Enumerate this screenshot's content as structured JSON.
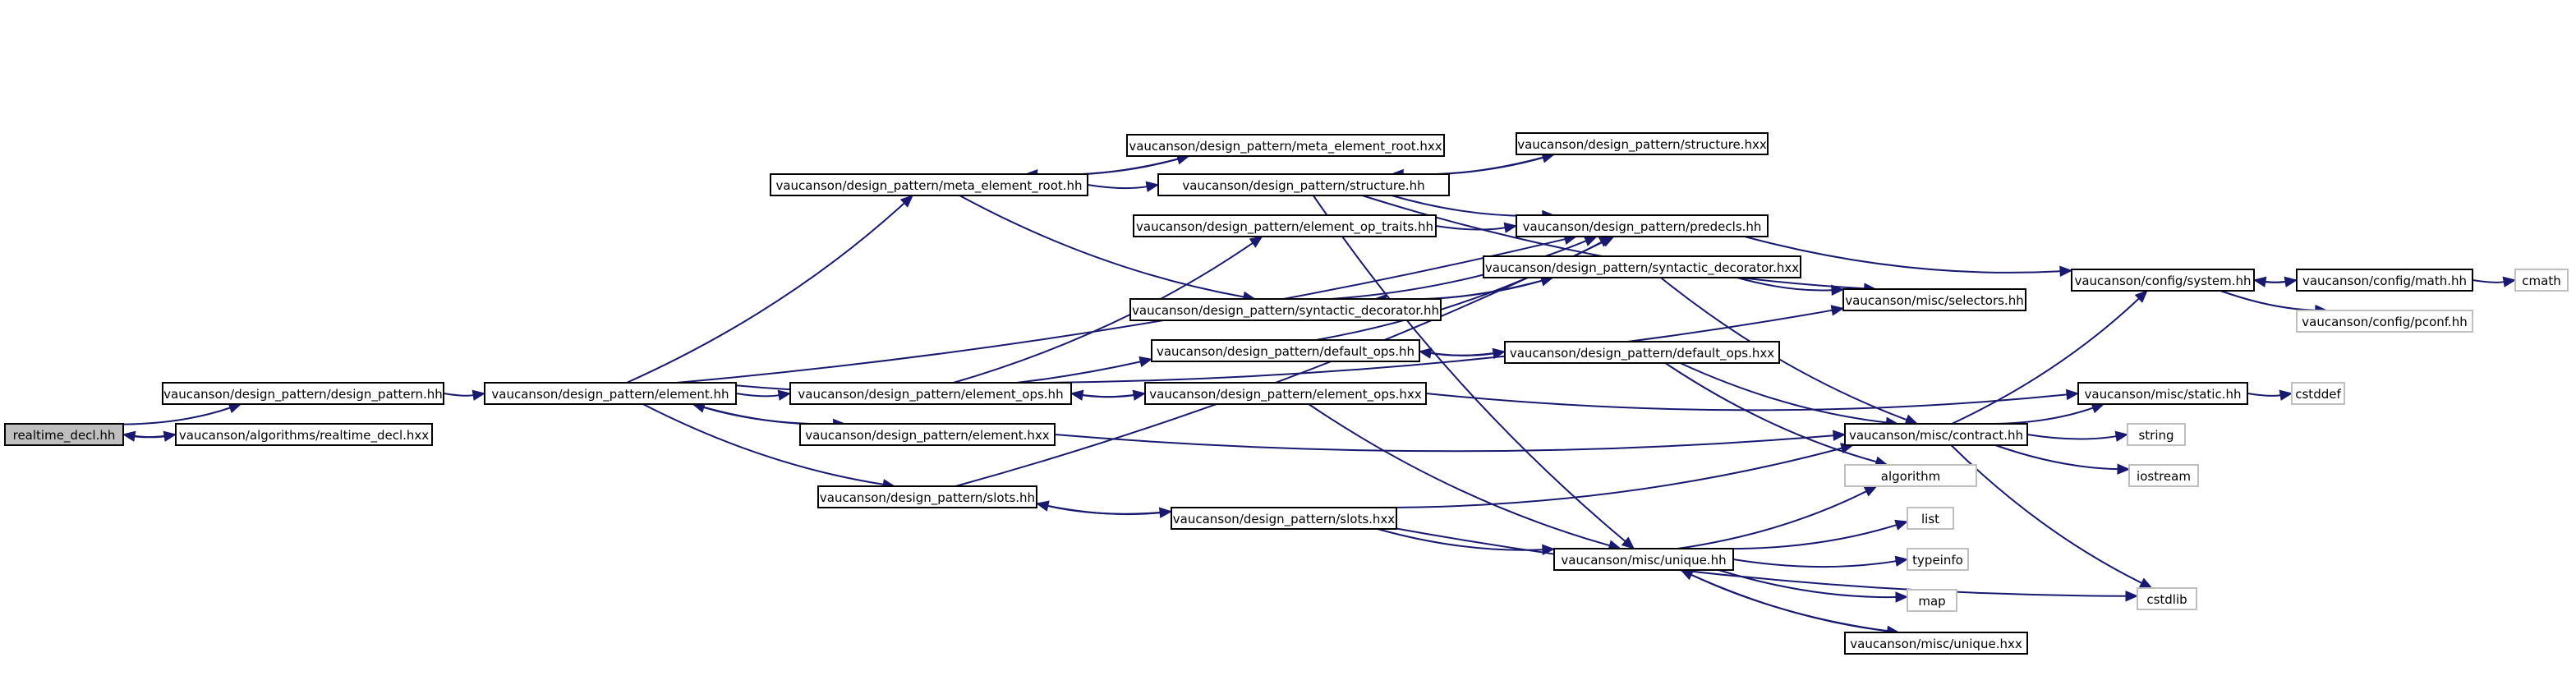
{
  "colors": {
    "edge": "#191970",
    "root_fill": "#bfbfbf",
    "external_border": "#bfbfbf",
    "node_border": "#000000"
  },
  "nodes": {
    "realtime_decl_hh": {
      "label": "realtime_decl.hh",
      "kind": "root"
    },
    "dp_design_pattern_hh": {
      "label": "vaucanson/design_pattern/design_pattern.hh",
      "kind": "internal"
    },
    "alg_realtime_decl_hxx": {
      "label": "vaucanson/algorithms/realtime_decl.hxx",
      "kind": "internal"
    },
    "dp_element_hh": {
      "label": "vaucanson/design_pattern/element.hh",
      "kind": "internal"
    },
    "dp_meta_root_hh": {
      "label": "vaucanson/design_pattern/meta_element_root.hh",
      "kind": "internal"
    },
    "dp_meta_root_hxx": {
      "label": "vaucanson/design_pattern/meta_element_root.hxx",
      "kind": "internal"
    },
    "dp_structure_hh": {
      "label": "vaucanson/design_pattern/structure.hh",
      "kind": "internal"
    },
    "dp_structure_hxx": {
      "label": "vaucanson/design_pattern/structure.hxx",
      "kind": "internal"
    },
    "dp_elem_op_traits": {
      "label": "vaucanson/design_pattern/element_op_traits.hh",
      "kind": "internal"
    },
    "dp_predecls_hh": {
      "label": "vaucanson/design_pattern/predecls.hh",
      "kind": "internal"
    },
    "dp_synt_dec_hxx": {
      "label": "vaucanson/design_pattern/syntactic_decorator.hxx",
      "kind": "internal"
    },
    "dp_synt_dec_hh": {
      "label": "vaucanson/design_pattern/syntactic_decorator.hh",
      "kind": "internal"
    },
    "dp_default_ops_hh": {
      "label": "vaucanson/design_pattern/default_ops.hh",
      "kind": "internal"
    },
    "dp_default_ops_hxx": {
      "label": "vaucanson/design_pattern/default_ops.hxx",
      "kind": "internal"
    },
    "dp_element_ops_hh": {
      "label": "vaucanson/design_pattern/element_ops.hh",
      "kind": "internal"
    },
    "dp_element_ops_hxx": {
      "label": "vaucanson/design_pattern/element_ops.hxx",
      "kind": "internal"
    },
    "dp_element_hxx": {
      "label": "vaucanson/design_pattern/element.hxx",
      "kind": "internal"
    },
    "dp_slots_hh": {
      "label": "vaucanson/design_pattern/slots.hh",
      "kind": "internal"
    },
    "dp_slots_hxx": {
      "label": "vaucanson/design_pattern/slots.hxx",
      "kind": "internal"
    },
    "misc_selectors_hh": {
      "label": "vaucanson/misc/selectors.hh",
      "kind": "internal"
    },
    "misc_contract_hh": {
      "label": "vaucanson/misc/contract.hh",
      "kind": "internal"
    },
    "misc_unique_hh": {
      "label": "vaucanson/misc/unique.hh",
      "kind": "internal"
    },
    "misc_unique_hxx": {
      "label": "vaucanson/misc/unique.hxx",
      "kind": "internal"
    },
    "misc_static_hh": {
      "label": "vaucanson/misc/static.hh",
      "kind": "internal"
    },
    "cfg_system_hh": {
      "label": "vaucanson/config/system.hh",
      "kind": "internal"
    },
    "cfg_math_hh": {
      "label": "vaucanson/config/math.hh",
      "kind": "internal"
    },
    "cfg_pconf_hh": {
      "label": "vaucanson/config/pconf.hh",
      "kind": "external"
    },
    "cmath": {
      "label": "cmath",
      "kind": "external"
    },
    "cstddef": {
      "label": "cstddef",
      "kind": "external"
    },
    "string": {
      "label": "string",
      "kind": "external"
    },
    "iostream": {
      "label": "iostream",
      "kind": "external"
    },
    "algorithm": {
      "label": "algorithm",
      "kind": "external"
    },
    "list": {
      "label": "list",
      "kind": "external"
    },
    "typeinfo": {
      "label": "typeinfo",
      "kind": "external"
    },
    "map": {
      "label": "map",
      "kind": "external"
    },
    "cstdlib": {
      "label": "cstdlib",
      "kind": "external"
    }
  },
  "edges": [
    [
      "realtime_decl_hh",
      "dp_design_pattern_hh"
    ],
    [
      "realtime_decl_hh",
      "alg_realtime_decl_hxx"
    ],
    [
      "alg_realtime_decl_hxx",
      "realtime_decl_hh"
    ],
    [
      "dp_design_pattern_hh",
      "dp_element_hh"
    ],
    [
      "dp_element_hh",
      "dp_meta_root_hh"
    ],
    [
      "dp_element_hh",
      "dp_predecls_hh"
    ],
    [
      "dp_element_hh",
      "dp_default_ops_hh"
    ],
    [
      "dp_element_hh",
      "dp_element_ops_hh"
    ],
    [
      "dp_element_hh",
      "dp_element_hxx"
    ],
    [
      "dp_element_hh",
      "dp_slots_hh"
    ],
    [
      "dp_meta_root_hh",
      "dp_structure_hh"
    ],
    [
      "dp_meta_root_hh",
      "dp_meta_root_hxx"
    ],
    [
      "dp_meta_root_hh",
      "dp_synt_dec_hh"
    ],
    [
      "dp_meta_root_hxx",
      "dp_meta_root_hh"
    ],
    [
      "dp_structure_hh",
      "dp_structure_hxx"
    ],
    [
      "dp_structure_hh",
      "dp_predecls_hh"
    ],
    [
      "dp_structure_hh",
      "misc_selectors_hh"
    ],
    [
      "dp_structure_hh",
      "misc_unique_hh"
    ],
    [
      "dp_structure_hxx",
      "dp_structure_hh"
    ],
    [
      "dp_elem_op_traits",
      "dp_predecls_hh"
    ],
    [
      "dp_synt_dec_hh",
      "dp_predecls_hh"
    ],
    [
      "dp_synt_dec_hh",
      "dp_synt_dec_hxx"
    ],
    [
      "dp_synt_dec_hxx",
      "dp_synt_dec_hh"
    ],
    [
      "dp_synt_dec_hxx",
      "misc_selectors_hh"
    ],
    [
      "dp_synt_dec_hxx",
      "misc_contract_hh"
    ],
    [
      "dp_default_ops_hh",
      "dp_predecls_hh"
    ],
    [
      "dp_default_ops_hh",
      "dp_default_ops_hxx"
    ],
    [
      "dp_default_ops_hxx",
      "dp_default_ops_hh"
    ],
    [
      "dp_default_ops_hxx",
      "misc_contract_hh"
    ],
    [
      "dp_default_ops_hxx",
      "algorithm"
    ],
    [
      "dp_element_ops_hh",
      "dp_elem_op_traits"
    ],
    [
      "dp_element_ops_hh",
      "dp_element_ops_hxx"
    ],
    [
      "dp_element_ops_hh",
      "misc_selectors_hh"
    ],
    [
      "dp_element_ops_hxx",
      "dp_element_ops_hh"
    ],
    [
      "dp_element_ops_hxx",
      "misc_static_hh"
    ],
    [
      "dp_element_ops_hxx",
      "misc_unique_hh"
    ],
    [
      "dp_element_hxx",
      "dp_element_hh"
    ],
    [
      "dp_element_hxx",
      "misc_contract_hh"
    ],
    [
      "dp_slots_hh",
      "dp_slots_hxx"
    ],
    [
      "dp_slots_hh",
      "dp_predecls_hh"
    ],
    [
      "dp_slots_hxx",
      "dp_slots_hh"
    ],
    [
      "dp_slots_hxx",
      "misc_unique_hh"
    ],
    [
      "dp_slots_hxx",
      "misc_contract_hh"
    ],
    [
      "dp_slots_hxx",
      "cstdlib"
    ],
    [
      "dp_predecls_hh",
      "cfg_system_hh"
    ],
    [
      "misc_contract_hh",
      "cfg_system_hh"
    ],
    [
      "misc_contract_hh",
      "misc_static_hh"
    ],
    [
      "misc_contract_hh",
      "string"
    ],
    [
      "misc_contract_hh",
      "iostream"
    ],
    [
      "misc_contract_hh",
      "cstdlib"
    ],
    [
      "misc_static_hh",
      "cstddef"
    ],
    [
      "misc_unique_hh",
      "algorithm"
    ],
    [
      "misc_unique_hh",
      "list"
    ],
    [
      "misc_unique_hh",
      "typeinfo"
    ],
    [
      "misc_unique_hh",
      "map"
    ],
    [
      "misc_unique_hh",
      "misc_unique_hxx"
    ],
    [
      "misc_unique_hxx",
      "misc_unique_hh"
    ],
    [
      "cfg_system_hh",
      "cfg_math_hh"
    ],
    [
      "cfg_system_hh",
      "cfg_pconf_hh"
    ],
    [
      "cfg_math_hh",
      "cfg_system_hh"
    ],
    [
      "cfg_math_hh",
      "cmath"
    ]
  ]
}
